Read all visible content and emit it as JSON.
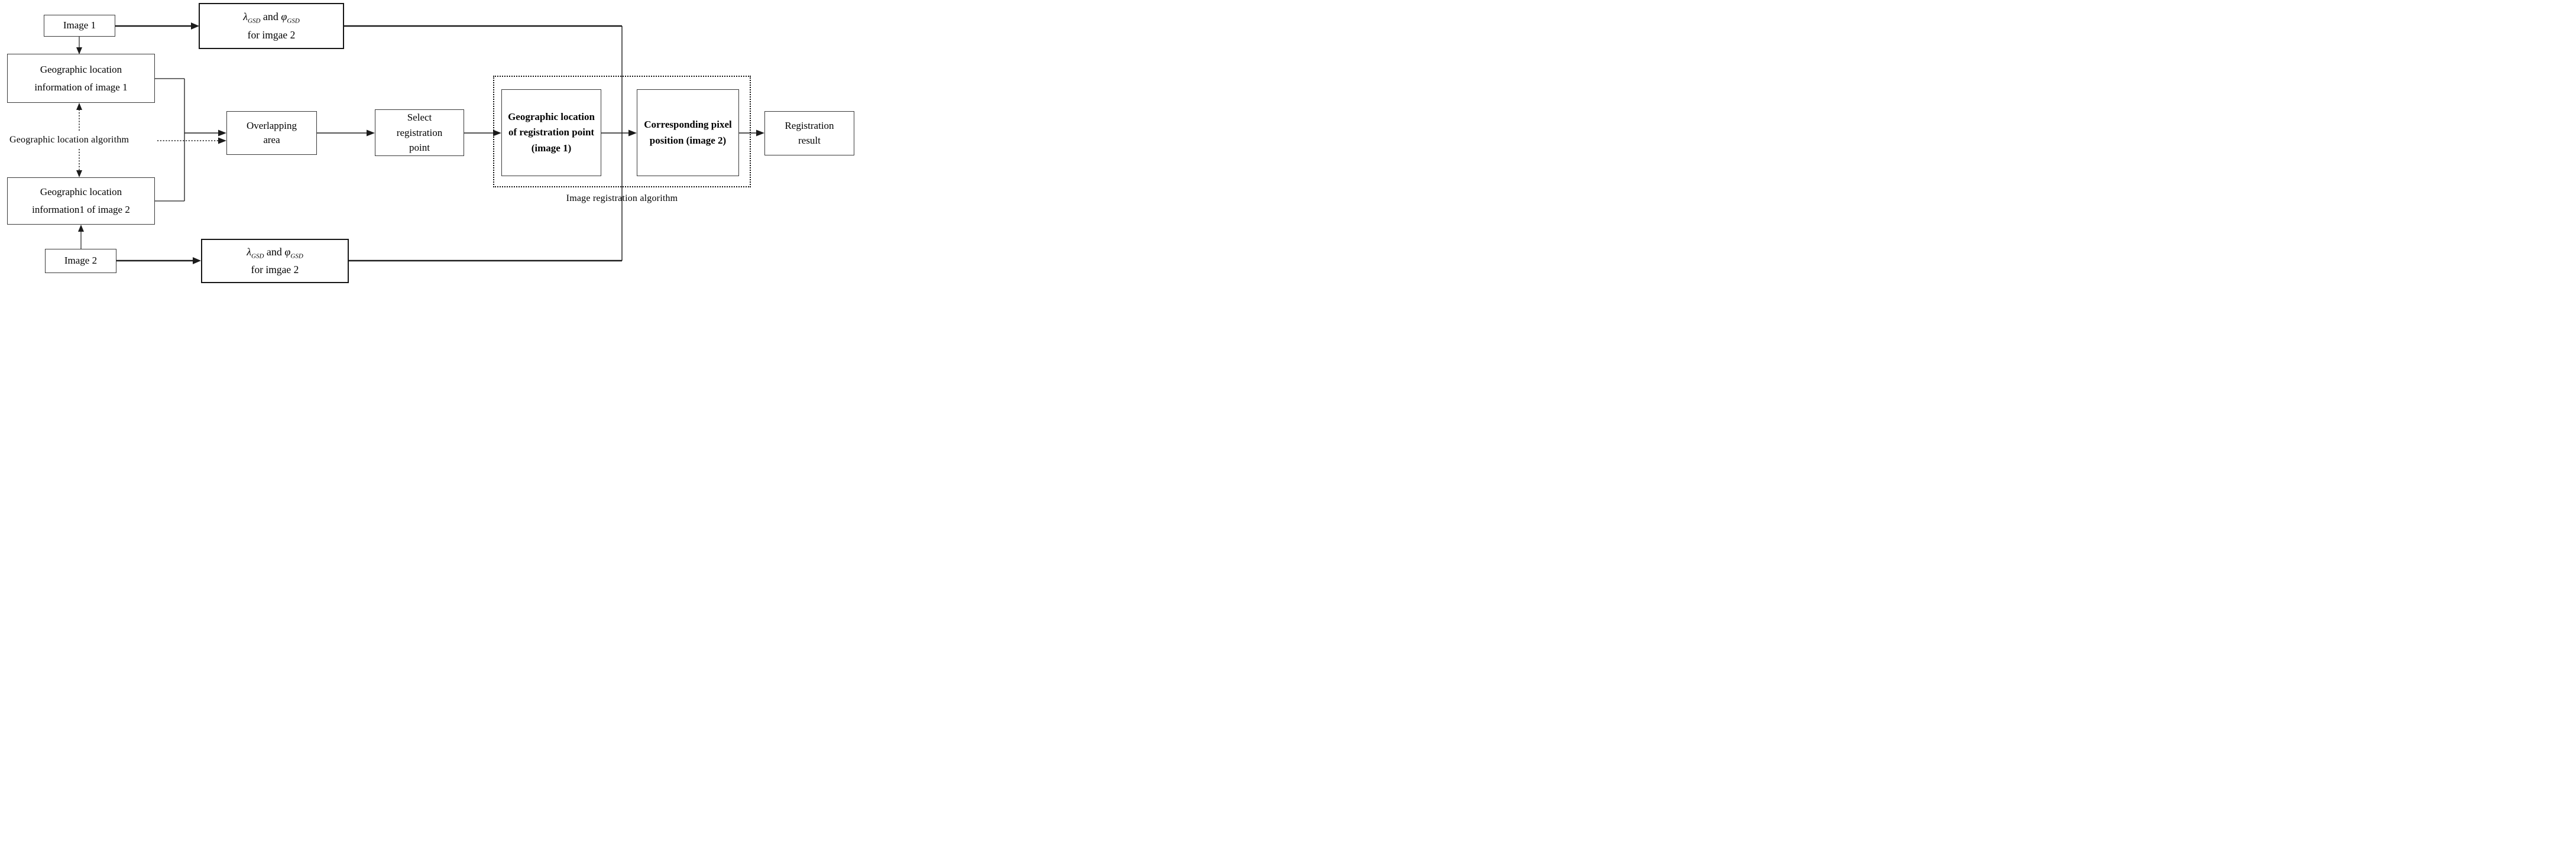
{
  "diagram": {
    "boxes": {
      "image1": {
        "label": "Image 1"
      },
      "lambda_top": {
        "sym1": "λ",
        "sub1": "GSD",
        "mid": "and",
        "sym2": "φ",
        "sub2": "GSD",
        "line2": "for imgae 2"
      },
      "geo1": {
        "line1": "Geographic location",
        "line2": "information of image 1"
      },
      "geo2": {
        "line1": "Geographic location",
        "line2": "information1 of image 2"
      },
      "image2": {
        "label": "Image 2"
      },
      "lambda_bottom": {
        "sym1": "λ",
        "sub1": "GSD",
        "mid": "and",
        "sym2": "φ",
        "sub2": "GSD",
        "line2": "for imgae 2"
      },
      "overlapping": {
        "line1": "Overlapping",
        "line2": "area"
      },
      "select": {
        "line1": "Select",
        "line2": "registration",
        "line3": "point"
      },
      "geo_reg_point": {
        "label": "Geographic location of registration point (image 1)"
      },
      "corresponding": {
        "label": "Corresponding pixel position (image 2)"
      },
      "registration_result": {
        "line1": "Registration",
        "line2": "result"
      }
    },
    "labels": {
      "geo_algorithm": "Geographic location algorithm",
      "image_reg_algorithm": "Image registration algorithm"
    },
    "colors": {
      "line": "#1b1b1b",
      "box_border": "#3a3a3a",
      "background": "#ffffff",
      "text": "#000000"
    }
  }
}
